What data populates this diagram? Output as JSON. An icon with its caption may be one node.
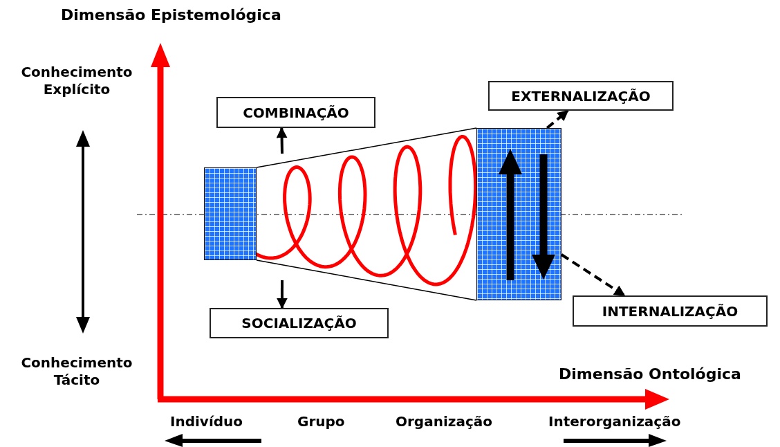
{
  "diagram": {
    "nodes": [
      {
        "text": [],
        "shape": "box"
      },
      {
        "text": [],
        "shape": "box"
      },
      {
        "text": [
          "COMBINAÇÃO"
        ]
      },
      {
        "text": [
          "SOCIALIZAÇÃO"
        ]
      },
      {
        "text": [
          "EXTERNALIZAÇÃO"
        ]
      },
      {
        "text": [
          "INTERNALIZAÇÃO"
        ]
      }
    ],
    "edges": [
      {
        "from": null,
        "to": 2,
        "arrow": "to"
      },
      {
        "from": null,
        "to": 3,
        "arrow": "to"
      },
      {
        "from": 1,
        "to": 4,
        "arrow": "to",
        "style": "dashed"
      },
      {
        "from": 1,
        "to": 5,
        "arrow": "to",
        "style": "dashed"
      }
    ],
    "labels": [
      "Dimensão Epistemológica",
      "Conhecimento Explícito",
      "Conhecimento Tácito",
      "Dimensão Ontológica",
      "Indivíduo",
      "Grupo",
      "Organização",
      "Interorganização"
    ]
  }
}
